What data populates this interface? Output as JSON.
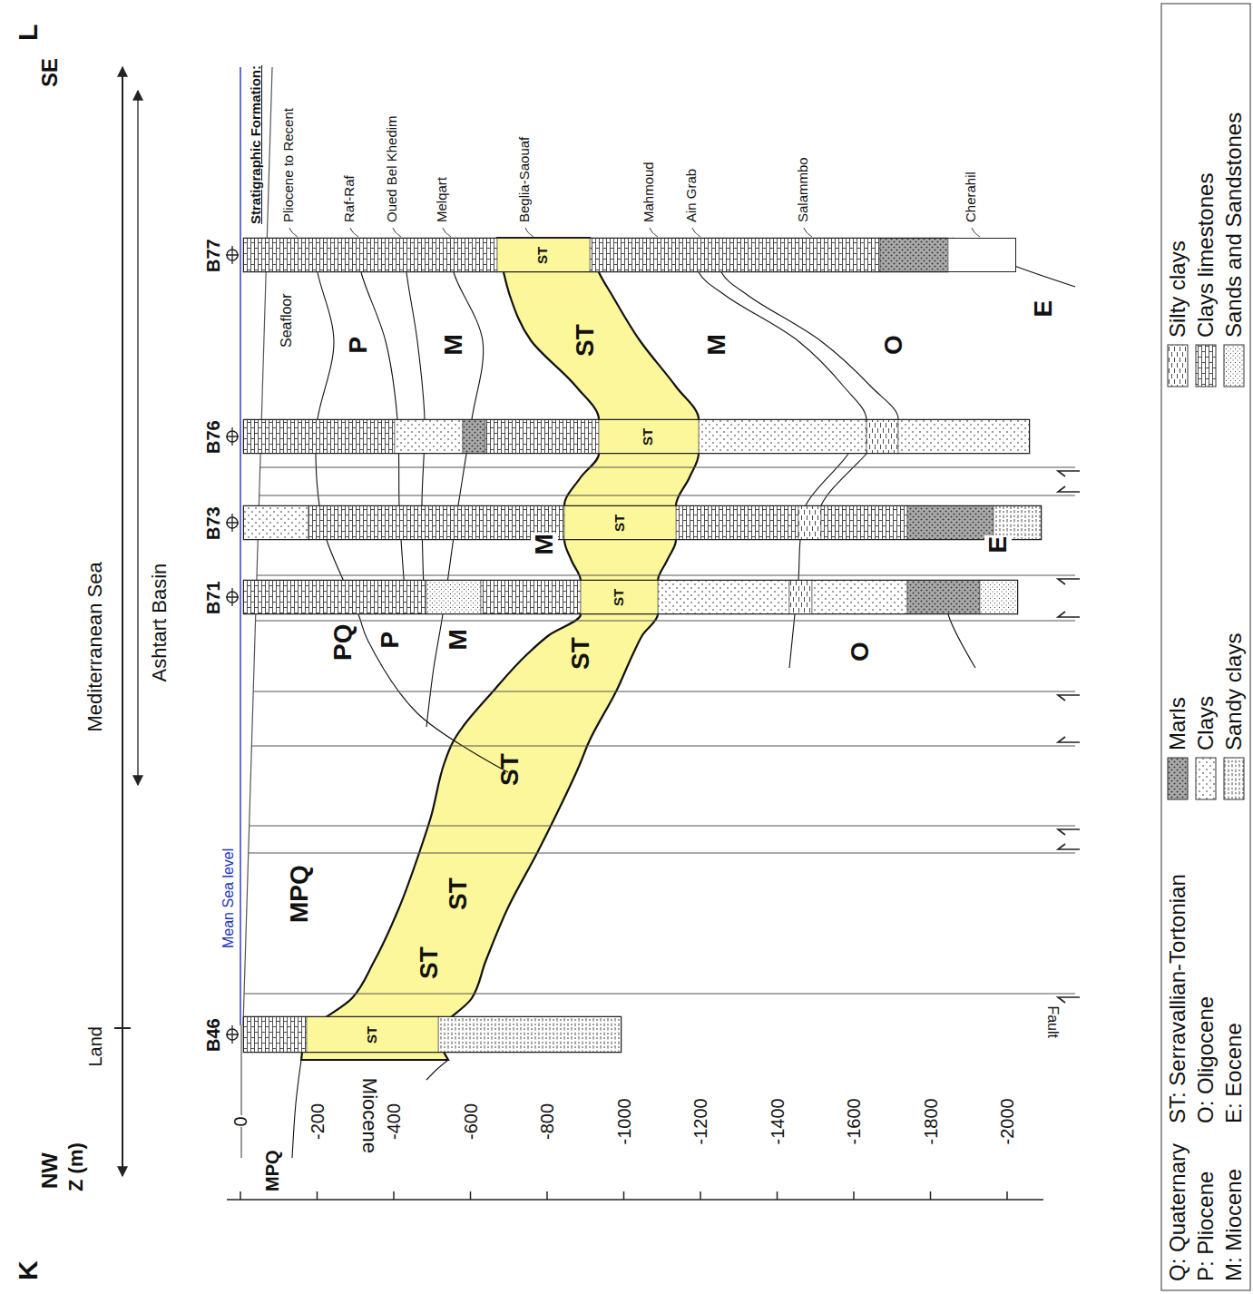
{
  "diagram": {
    "nodes": [
      {
        "text": [
          "B46",
          "ST"
        ]
      },
      {
        "text": [
          "B71",
          "ST"
        ]
      },
      {
        "text": [
          "B73",
          "ST"
        ]
      },
      {
        "text": [
          "B76",
          "ST"
        ]
      },
      {
        "text": [
          "B77",
          "ST"
        ]
      }
    ],
    "labels": [
      "K",
      "L",
      "NW",
      "SE",
      "Z (m)",
      "0",
      "-200",
      "-400",
      "-600",
      "-800",
      "-1000",
      "-1200",
      "-1400",
      "-1600",
      "-1800",
      "-2000",
      "Land",
      "Mediterranean Sea",
      "Ashtart Basin",
      "Mean Sea level",
      "Seafloor",
      "Fault",
      "Miocene",
      "MPQ",
      "MPQ",
      "PQ",
      "P",
      "M",
      "ST",
      "O",
      "ST",
      "ST",
      "ST",
      "M",
      "E",
      "P",
      "M",
      "ST",
      "M",
      "O",
      "E",
      "Stratigraphic Formation:",
      "Pliocene to Recent",
      "Raf-Raf",
      "Oued Bel Khedim",
      "Melqart",
      "Beglia-Saouaf",
      "Mahmoud",
      "Ain Grab",
      "Salammbo",
      "Cherahil"
    ],
    "legend": [
      {
        "text": "Q: Quaternary"
      },
      {
        "text": "ST: Serravallian-Tortonian"
      },
      {
        "text": "Marls"
      },
      {
        "text": "Silty clays"
      },
      {
        "text": "P: Pliocene"
      },
      {
        "text": "O: Oligocene"
      },
      {
        "text": "Clays"
      },
      {
        "text": "Clays limestones"
      },
      {
        "text": "M: Miocene"
      },
      {
        "text": "E: Eocene"
      },
      {
        "text": "Sandy clays"
      },
      {
        "text": "Sands and Sandstones"
      }
    ]
  }
}
